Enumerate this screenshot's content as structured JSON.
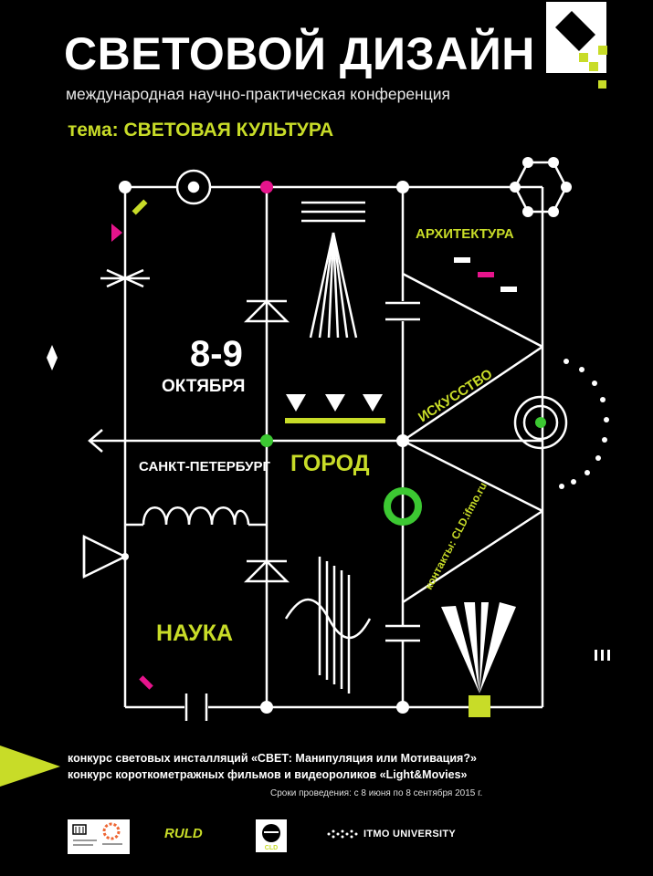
{
  "header": {
    "title": "СВЕТОВОЙ ДИЗАЙН",
    "subtitle": "международная научно-практическая конференция",
    "theme_prefix": "тема:",
    "theme_value": "СВЕТОВАЯ КУЛЬТУРА"
  },
  "event": {
    "dates": "8-9",
    "month": "ОКТЯБРЯ",
    "city": "САНКТ-ПЕТЕРБУРГ"
  },
  "topics": {
    "architecture": "АРХИТЕКТУРА",
    "art": "ИСКУССТВО",
    "city": "ГОРОД",
    "science": "НАУКА",
    "contacts": "контакты: CLD.ifmo.ru"
  },
  "footer": {
    "contest1": "конкурс световых инсталляций «СВЕТ: Манипуляция или Мотивация?»",
    "contest2": "конкурс короткометражных фильмов и видеороликов «Light&Movies»",
    "deadline": "Сроки проведения: с 8 июня по 8 сентября 2015 г."
  },
  "logos": {
    "rulld": "RULD",
    "cld": "CLD",
    "itmo": "ITMO UNIVERSITY"
  },
  "colors": {
    "lime": "#c8dc28",
    "green": "#3cc832",
    "magenta": "#e6148c",
    "white": "#ffffff",
    "background": "#000000"
  }
}
